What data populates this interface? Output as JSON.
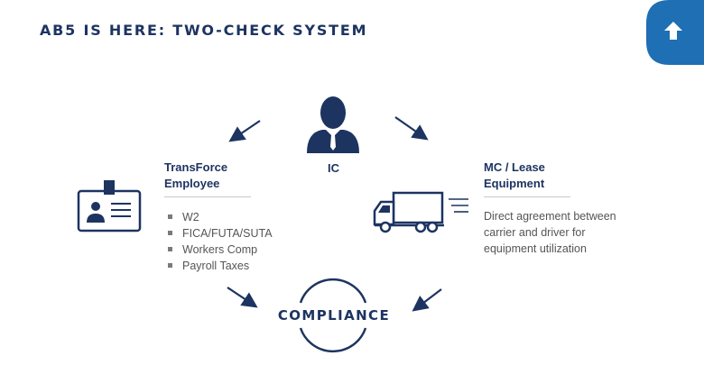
{
  "title": "AB5 IS HERE: TWO-CHECK SYSTEM",
  "center": {
    "label": "IC",
    "icon": "person-with-tie-icon"
  },
  "left": {
    "label_line1": "TransForce",
    "label_line2": "Employee",
    "icon": "id-badge-icon",
    "bullets": [
      "W2",
      "FICA/FUTA/SUTA",
      "Workers Comp",
      "Payroll Taxes"
    ]
  },
  "right": {
    "label_line1": "MC / Lease",
    "label_line2": "Equipment",
    "icon": "truck-icon",
    "description": "Direct agreement between carrier and driver for equipment utilization"
  },
  "bottom": {
    "label": "COMPLIANCE"
  },
  "colors": {
    "navy": "#1d3461",
    "accent_blue": "#1e6fb3",
    "text_gray": "#555555"
  }
}
